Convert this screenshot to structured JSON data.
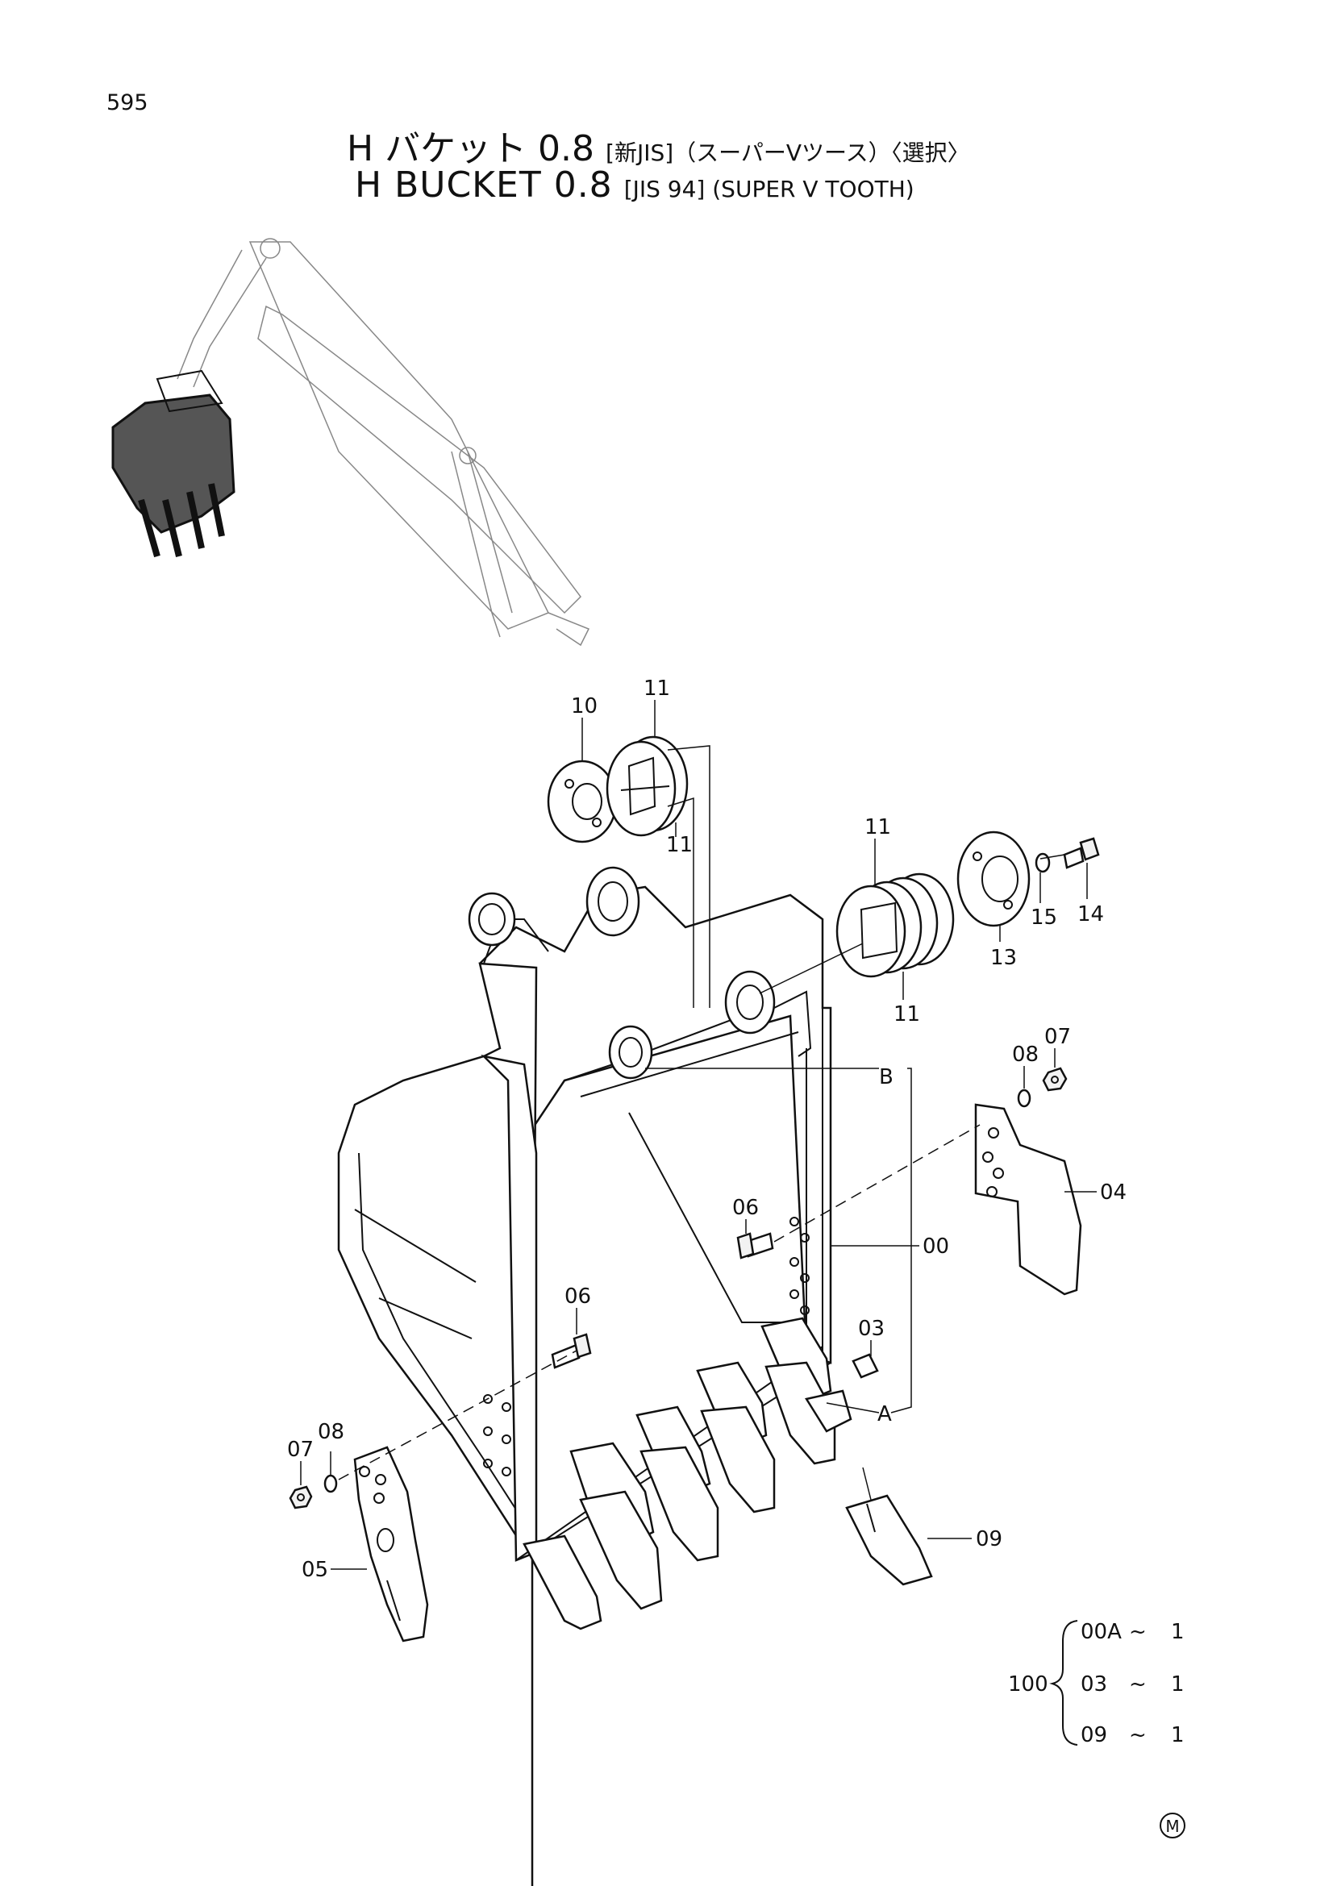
{
  "page_number": "595",
  "title": {
    "jp_main": "H バケット 0.8",
    "jp_spec": "[新JIS]（スーパーVツース）〈選択〉",
    "en_main": "H BUCKET 0.8",
    "en_spec": "[JIS 94] (SUPER V TOOTH)"
  },
  "callouts": {
    "p10": "10",
    "p11_top": "11",
    "p11_mid": "11",
    "p11_right": "11",
    "p11_lower": "11",
    "p13": "13",
    "p14": "14",
    "p15": "15",
    "p07_right": "07",
    "p08_right": "08",
    "p04": "04",
    "p06_upper": "06",
    "p00": "00",
    "p06_lower": "06",
    "p03": "03",
    "pA": "A",
    "pB": "B",
    "p07_left": "07",
    "p08_left": "08",
    "p05": "05",
    "p09": "09"
  },
  "kit": {
    "number": "100",
    "rows": [
      {
        "code": "00A",
        "sep": "~",
        "qty": "1"
      },
      {
        "code": "03",
        "sep": "~",
        "qty": "1"
      },
      {
        "code": "09",
        "sep": "~",
        "qty": "1"
      }
    ]
  },
  "maker_mark": "M"
}
